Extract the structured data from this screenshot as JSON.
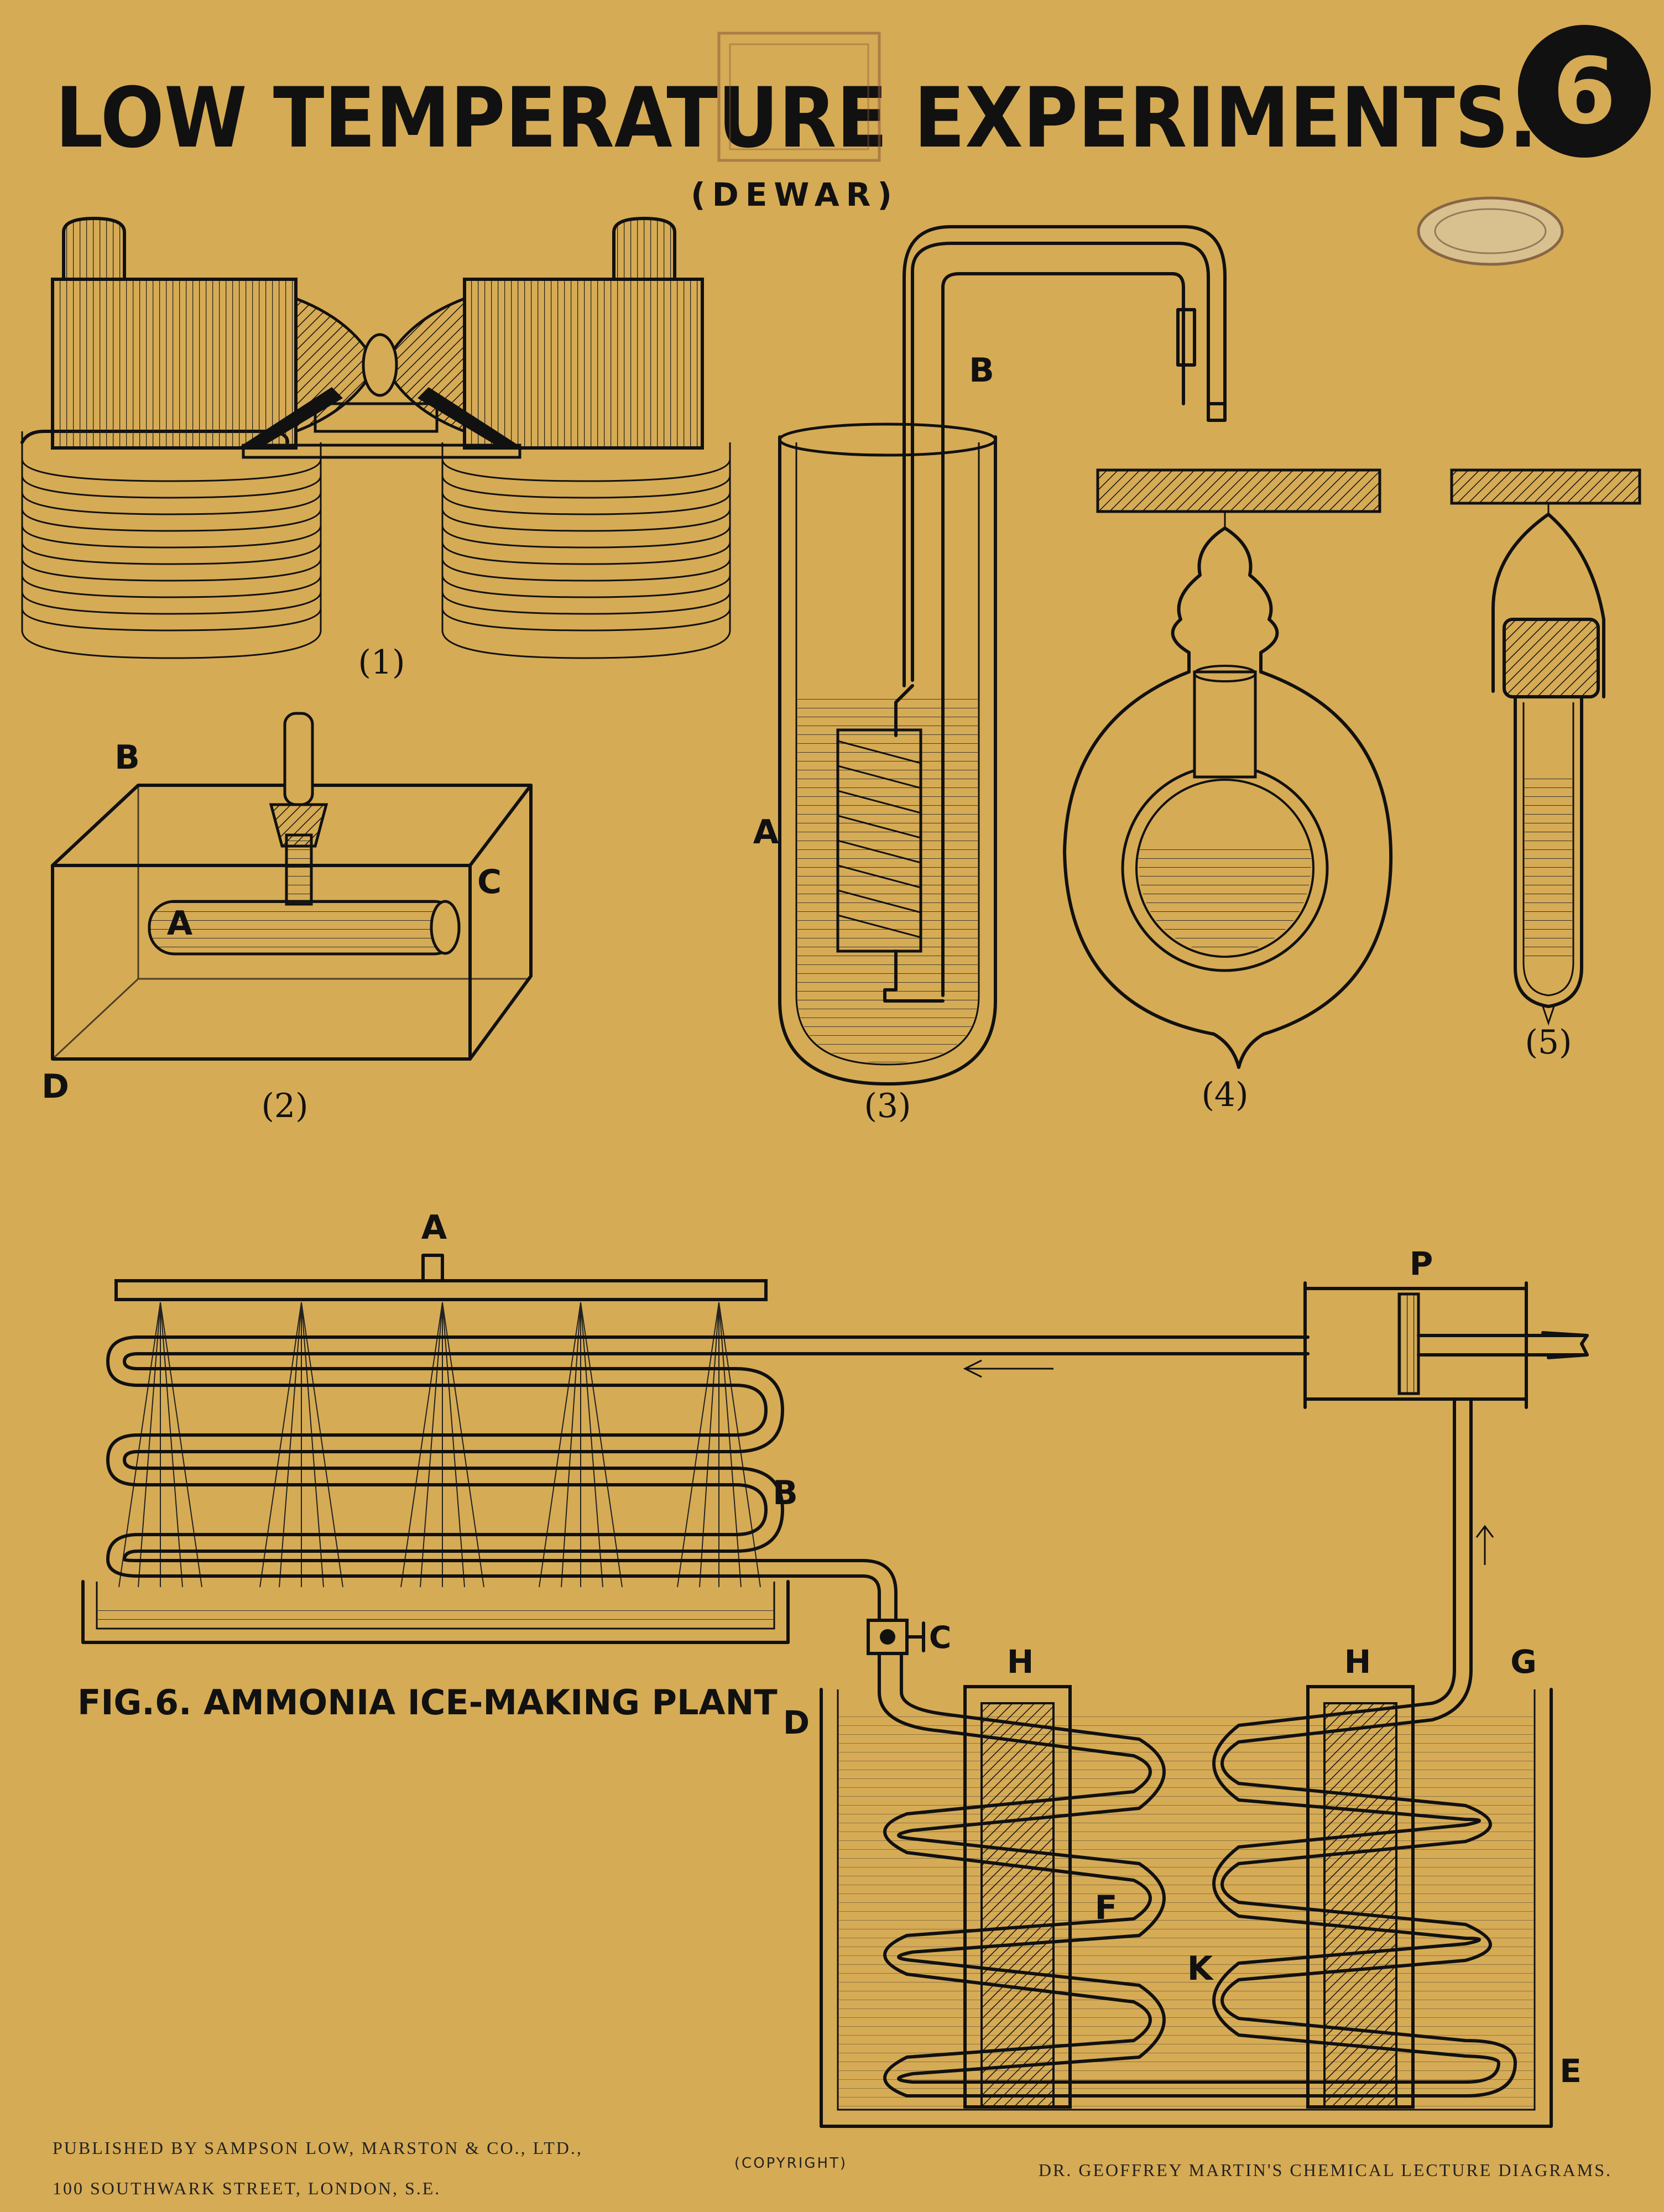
{
  "header": {
    "title": "LOW TEMPERATURE EXPERIMENTS.",
    "plate_number": "6",
    "subtitle": "(DEWAR)"
  },
  "figures": {
    "fig1": {
      "caption": "(1)"
    },
    "fig2": {
      "caption": "(2)",
      "labels": [
        "A",
        "B",
        "C",
        "D"
      ]
    },
    "fig3": {
      "caption": "(3)",
      "labels": [
        "A",
        "B"
      ]
    },
    "fig4": {
      "caption": "(4)"
    },
    "fig5": {
      "caption": "(5)"
    },
    "fig6": {
      "caption": "FIG.6. AMMONIA ICE-MAKING PLANT",
      "labels": [
        "A",
        "B",
        "C",
        "D",
        "E",
        "F",
        "G",
        "H",
        "H",
        "K",
        "P"
      ]
    }
  },
  "footer": {
    "publisher_line1": "PUBLISHED BY SAMPSON LOW, MARSTON & CO., LTD.,",
    "publisher_line2": "100 SOUTHWARK STREET, LONDON, S.E.",
    "copyright": "(COPYRIGHT)",
    "series": "DR. GEOFFREY MARTIN'S CHEMICAL LECTURE DIAGRAMS."
  },
  "colors": {
    "paper": "#d6ab55",
    "ink": "#111111",
    "stamp": "#8a5a3a"
  }
}
